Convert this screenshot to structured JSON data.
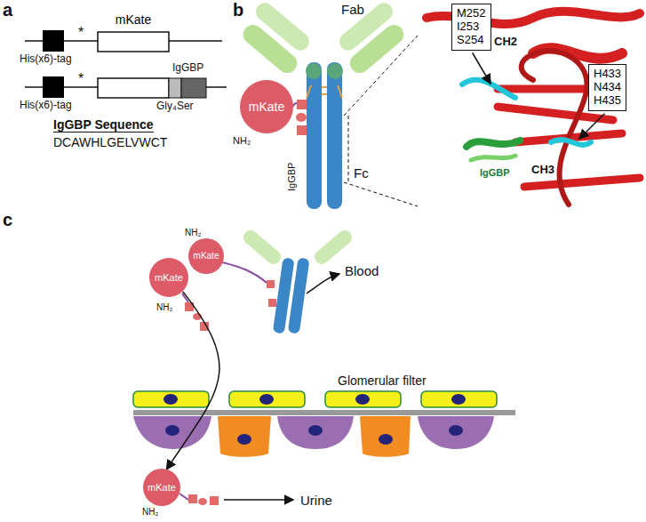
{
  "diagram": {
    "nodes": [
      {
        "text": [
          "mKate"
        ]
      },
      {
        "text": [
          "mKate"
        ]
      },
      {
        "text": [
          "M252 I253 S254"
        ]
      },
      {
        "text": [
          "H433 N434 H435"
        ]
      },
      {
        "text": [
          "mKate"
        ]
      },
      {
        "text": [
          "mKate"
        ]
      },
      {
        "text": [
          "mKate"
        ]
      }
    ],
    "edges": [
      {
        "from": 4,
        "to": 6,
        "arrow": "to"
      }
    ],
    "labels": [
      "a",
      "His(x6)-tag",
      "*",
      "His(x6)-tag",
      "*",
      "IgGBP",
      "Gly₄Ser",
      "IgGBP Sequence",
      "DCAWHLGELVWCT",
      "b",
      "Fab",
      "Fc",
      "NH₂",
      "IgGBP",
      "CH2",
      "CH3",
      "IgGBP",
      "c",
      "NH₂",
      "NH₂",
      "Blood",
      "Glomerular filter",
      "NH₂",
      "Urine"
    ]
  }
}
